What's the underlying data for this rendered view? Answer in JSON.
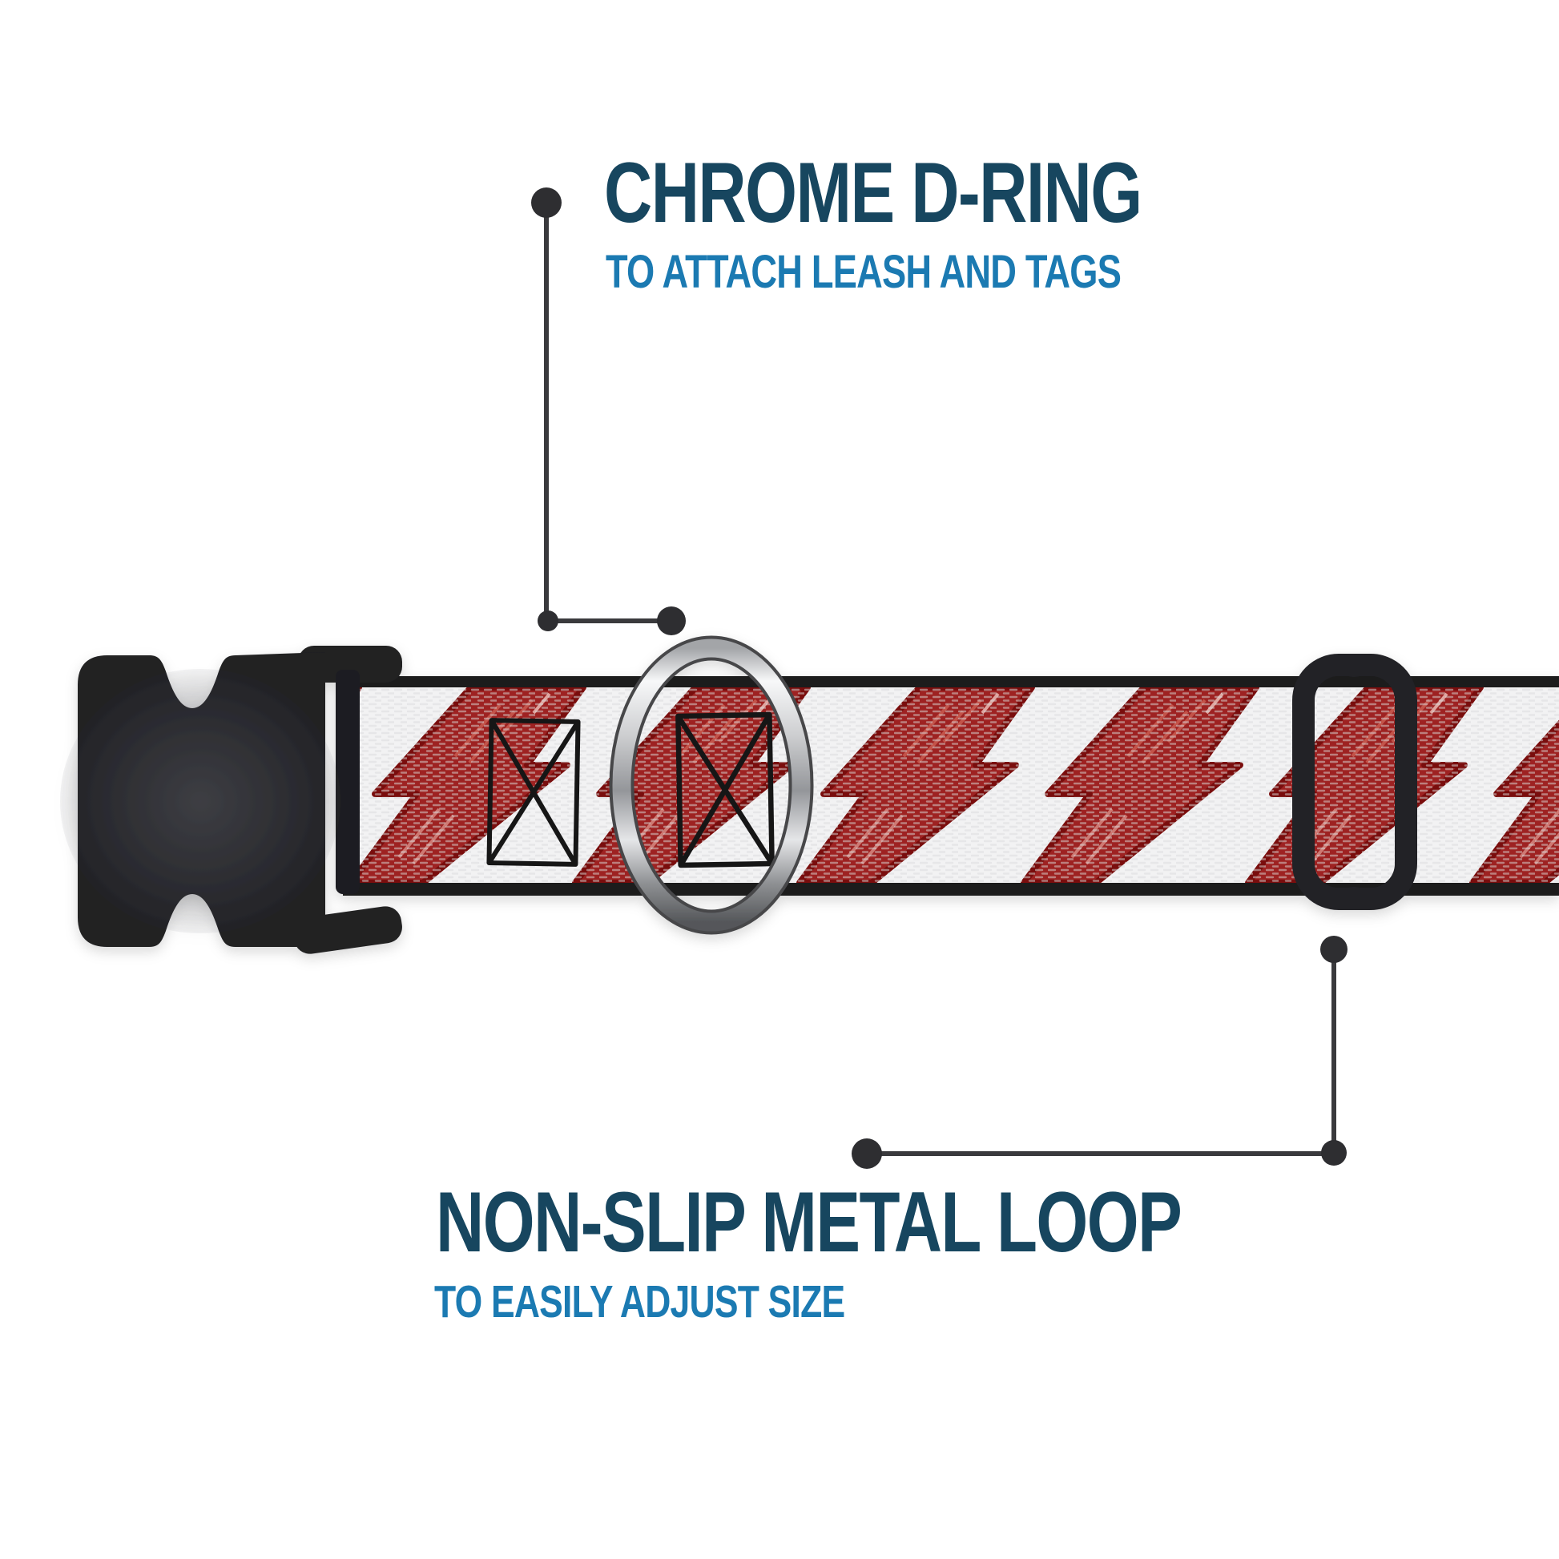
{
  "callouts": [
    {
      "id": "chrome-d-ring",
      "title": "CHROME D-RING",
      "subtitle": "TO ATTACH LEASH AND TAGS"
    },
    {
      "id": "non-slip-metal-loop",
      "title": "NON-SLIP METAL LOOP",
      "subtitle": "TO EASILY ADJUST SIZE"
    }
  ],
  "colors": {
    "title-color": "#17465f",
    "subtitle-color": "#1b7ab2",
    "callout-line": "#3a3a3d",
    "callout-dot": "#2e2e31",
    "webbing-red": "#9e2420",
    "webbing-red-outline": "#7a100e",
    "webbing-white": "#f2f2f3",
    "hardware-black": "#202024",
    "chrome-silver": "#c9cacc",
    "background": "#ffffff"
  },
  "icons": {
    "buckle": "side-release-buckle",
    "d_ring": "chrome-d-ring",
    "slide_loop": "tri-glide-metal-loop",
    "webbing": "lightning-bolt-pattern-webbing"
  }
}
